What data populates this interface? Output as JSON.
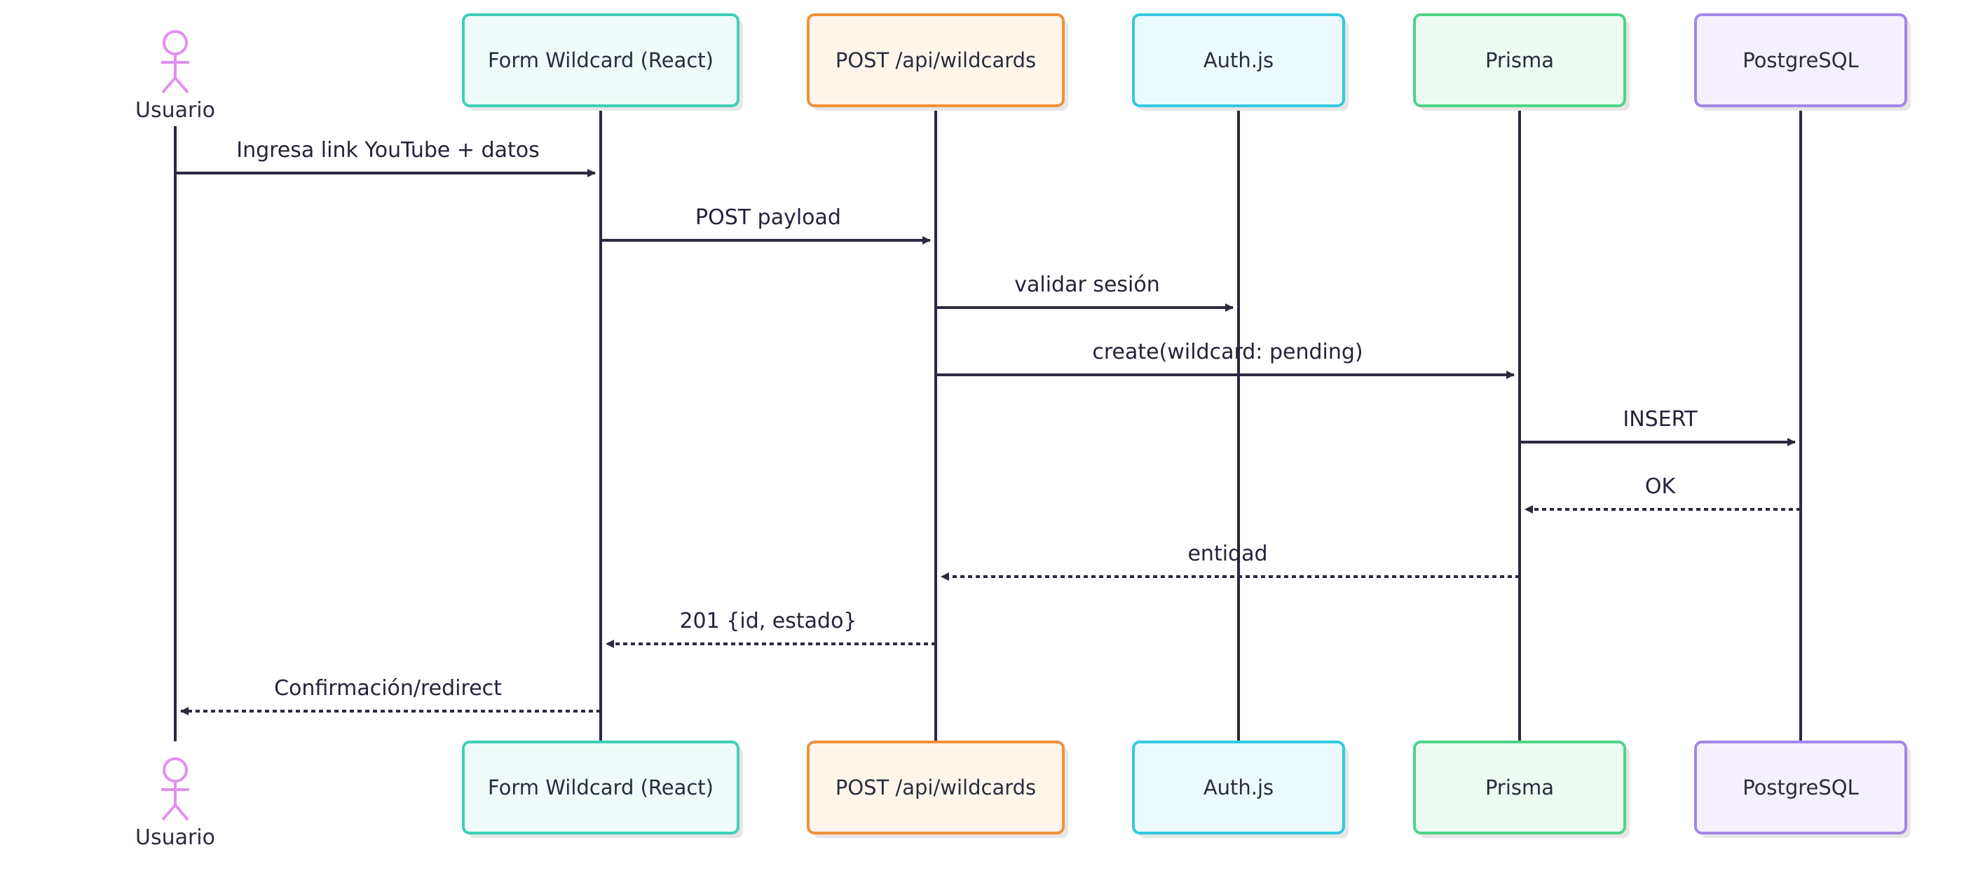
{
  "actor": {
    "label": "Usuario",
    "color": "#e38ff0"
  },
  "participants": [
    {
      "id": "form",
      "label": "Form Wildcard (React)",
      "border": "#3ecfb4",
      "fill": "#eefbf8"
    },
    {
      "id": "api",
      "label": "POST /api/wildcards",
      "border": "#f0913a",
      "fill": "#fff5eb"
    },
    {
      "id": "auth",
      "label": "Auth.js",
      "border": "#33c9e2",
      "fill": "#ebfbfd"
    },
    {
      "id": "prisma",
      "label": "Prisma",
      "border": "#4fd389",
      "fill": "#ecfaf1"
    },
    {
      "id": "pg",
      "label": "PostgreSQL",
      "border": "#a586e8",
      "fill": "#f4f0fd"
    }
  ],
  "messages": [
    {
      "from": "usuario",
      "to": "form",
      "label": "Ingresa link YouTube + datos",
      "style": "solid"
    },
    {
      "from": "form",
      "to": "api",
      "label": "POST payload",
      "style": "solid"
    },
    {
      "from": "api",
      "to": "auth",
      "label": "validar sesión",
      "style": "solid"
    },
    {
      "from": "api",
      "to": "prisma",
      "label": "create(wildcard: pending)",
      "style": "solid"
    },
    {
      "from": "prisma",
      "to": "pg",
      "label": "INSERT",
      "style": "solid"
    },
    {
      "from": "pg",
      "to": "prisma",
      "label": "OK",
      "style": "dashed"
    },
    {
      "from": "prisma",
      "to": "api",
      "label": "entidad",
      "style": "dashed"
    },
    {
      "from": "api",
      "to": "form",
      "label": "201 {id, estado}",
      "style": "dashed"
    },
    {
      "from": "form",
      "to": "usuario",
      "label": "Confirmación/redirect",
      "style": "dashed"
    }
  ],
  "colors": {
    "line": "#2a2a40",
    "text": "#2b2b3f"
  }
}
